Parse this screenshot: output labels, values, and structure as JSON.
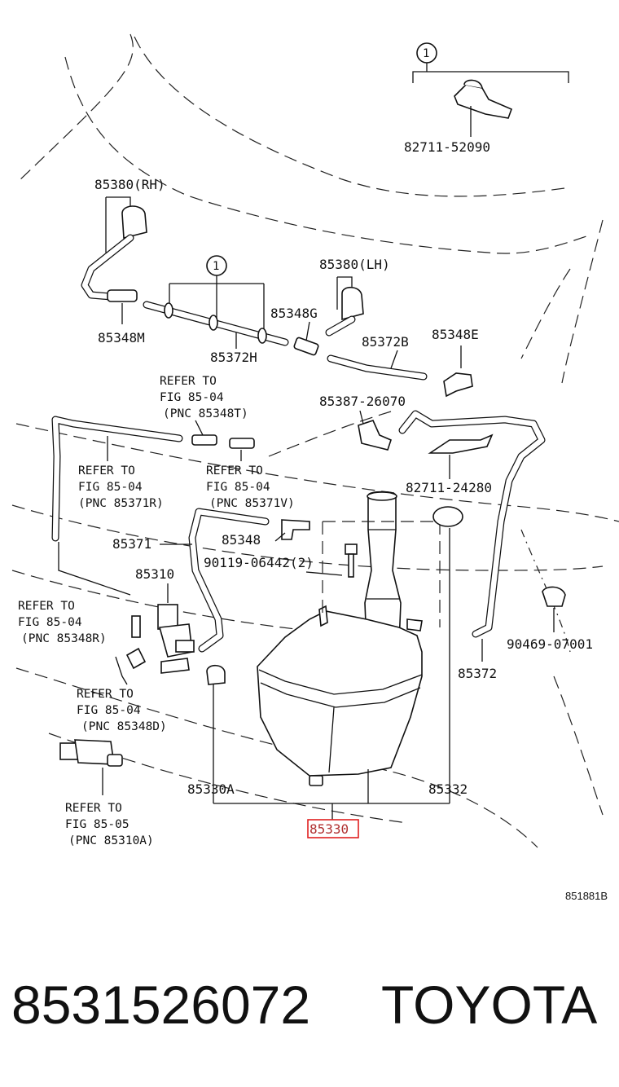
{
  "callout_symbol": "1",
  "labels": {
    "p82711_52090": "82711-52090",
    "p85380_rh": "85380(RH)",
    "p85348m": "85348M",
    "p85372h": "85372H",
    "p85380_lh": "85380(LH)",
    "p85348g": "85348G",
    "p85372b": "85372B",
    "p85348e": "85348E",
    "p85387_26070": "85387-26070",
    "p82711_24280": "82711-24280",
    "p85371": "85371",
    "p85348": "85348",
    "p90119": "90119-06442(2)",
    "p85310": "85310",
    "p90469": "90469-07001",
    "p85372": "85372",
    "p85330a": "85330A",
    "p85332": "85332",
    "p85330": "85330"
  },
  "refers": [
    {
      "l1": "REFER TO",
      "l2": "FIG 85-04",
      "l3": "(PNC 85348T)"
    },
    {
      "l1": "REFER TO",
      "l2": "FIG 85-04",
      "l3": "(PNC 85371R)"
    },
    {
      "l1": "REFER TO",
      "l2": "FIG 85-04",
      "l3": "(PNC 85371V)"
    },
    {
      "l1": "REFER TO",
      "l2": "FIG 85-04",
      "l3": "(PNC 85348R)"
    },
    {
      "l1": "REFER TO",
      "l2": "FIG 85-04",
      "l3": "(PNC 85348D)"
    },
    {
      "l1": "REFER TO",
      "l2": "FIG 85-05",
      "l3": "(PNC 85310A)"
    }
  ],
  "figure_code": "851881B",
  "footer": {
    "part_number": "8531526072",
    "brand": "TOYOTA"
  },
  "highlight_color": "#e02020"
}
